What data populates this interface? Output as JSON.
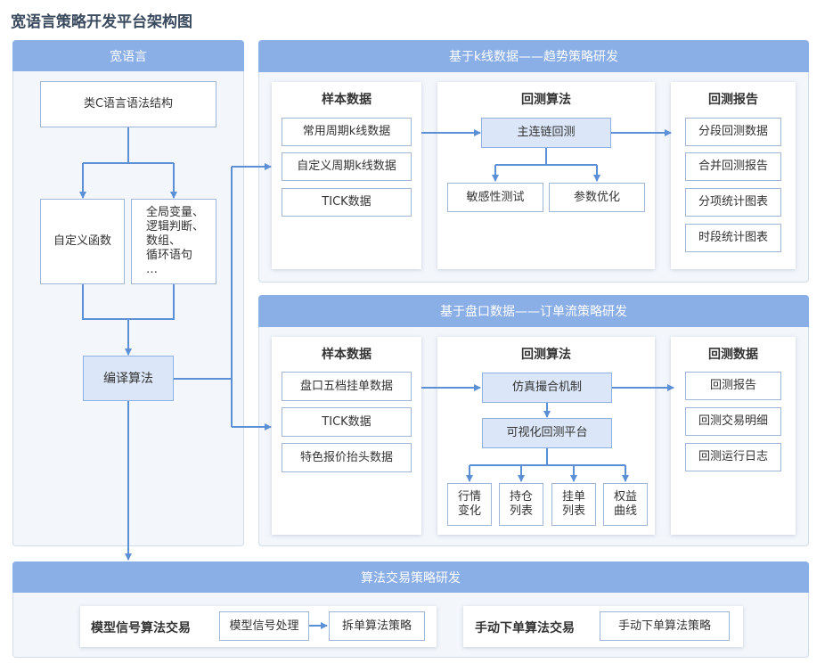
{
  "page_title": "宽语言策略开发平台架构图",
  "left_panel": {
    "header": "宽语言",
    "syntax_box": "类C语言语法结构",
    "func_box": "自定义函数",
    "misc_box": "全局变量、\n逻辑判断、\n数组、\n循环语句\n…",
    "compile_box": "编译算法"
  },
  "kline_panel": {
    "header": "基于k线数据——趋势策略研发",
    "sample": {
      "title": "样本数据",
      "items": [
        "常用周期k线数据",
        "自定义周期k线数据",
        "TICK数据"
      ]
    },
    "algo": {
      "title": "回测算法",
      "main": "主连链回测",
      "subs": [
        "敏感性测试",
        "参数优化"
      ]
    },
    "report": {
      "title": "回测报告",
      "items": [
        "分段回测数据",
        "合并回测报告",
        "分项统计图表",
        "时段统计图表"
      ]
    }
  },
  "order_panel": {
    "header": "基于盘口数据——订单流策略研发",
    "sample": {
      "title": "样本数据",
      "items": [
        "盘口五档挂单数据",
        "TICK数据",
        "特色报价抬头数据"
      ]
    },
    "algo": {
      "title": "回测算法",
      "main": "仿真撮合机制",
      "platform": "可视化回测平台",
      "subs": [
        "行情\n变化",
        "持仓\n列表",
        "挂单\n列表",
        "权益\n曲线"
      ]
    },
    "data": {
      "title": "回测数据",
      "items": [
        "回测报告",
        "回测交易明细",
        "回测运行日志"
      ]
    }
  },
  "bottom_panel": {
    "header": "算法交易策略研发",
    "model": {
      "label": "模型信号算法交易",
      "steps": [
        "模型信号处理",
        "拆单算法策略"
      ]
    },
    "manual": {
      "label": "手动下单算法交易",
      "step": "手动下单算法策略"
    }
  },
  "colors": {
    "header_blue": "#8aaee6",
    "line_blue": "#5b8fd6",
    "box_border": "#9fb6d8"
  }
}
